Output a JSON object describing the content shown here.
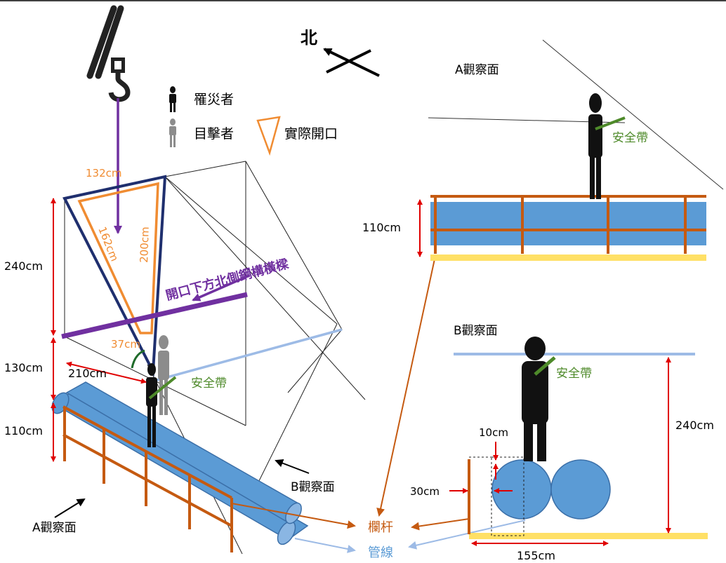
{
  "legend": {
    "victim": "罹災者",
    "witness": "目擊者",
    "opening": "實際開口"
  },
  "north": "北",
  "labels": {
    "top_width": "132cm",
    "diag": "162cm",
    "side": "200cm",
    "bottom_width": "37cm",
    "beam": "開口下方北側鋼構橫樑",
    "harness": "安全帶",
    "dist": "210cm",
    "h240": "240cm",
    "h130": "130cm",
    "h110": "110cm",
    "view_a": "A觀察面",
    "view_b": "B觀察面",
    "railing": "欄杆",
    "pipe": "管線"
  },
  "panel_a": {
    "title": "A觀察面",
    "harness": "安全帶",
    "height": "110cm"
  },
  "panel_b": {
    "title": "B觀察面",
    "harness": "安全帶",
    "h240": "240cm",
    "gap": "10cm",
    "offset": "30cm",
    "width": "155cm"
  },
  "colors": {
    "purple": "#7030a0",
    "orange": "#f08c32",
    "navy": "#1f2f6e",
    "red": "#e00000",
    "blue": "#5b9bd5",
    "lightblue": "#9dbbe6",
    "brown": "#c55a11",
    "green": "#4e8a2a",
    "yellow": "#ffe066"
  }
}
